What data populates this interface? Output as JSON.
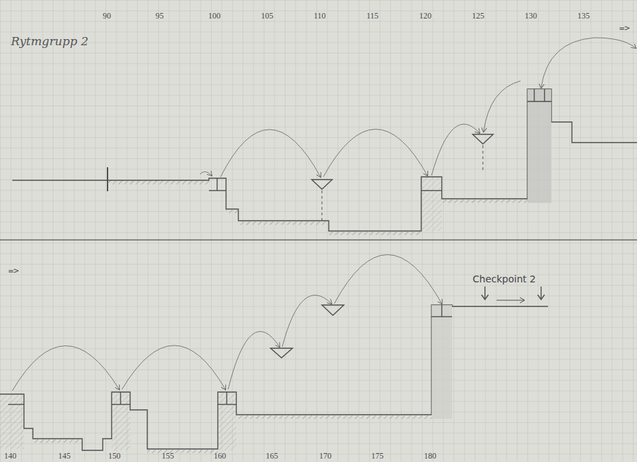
{
  "diagram": {
    "title": "Rytmgrupp 2",
    "labels": [
      "90",
      "95",
      "100",
      "105",
      "110",
      "115",
      "120",
      "125",
      "130",
      "135",
      "=>",
      "140",
      "145",
      "150",
      "155",
      "160",
      "165",
      "170",
      "175",
      "180",
      "=>",
      "Checkpoint 2"
    ]
  }
}
